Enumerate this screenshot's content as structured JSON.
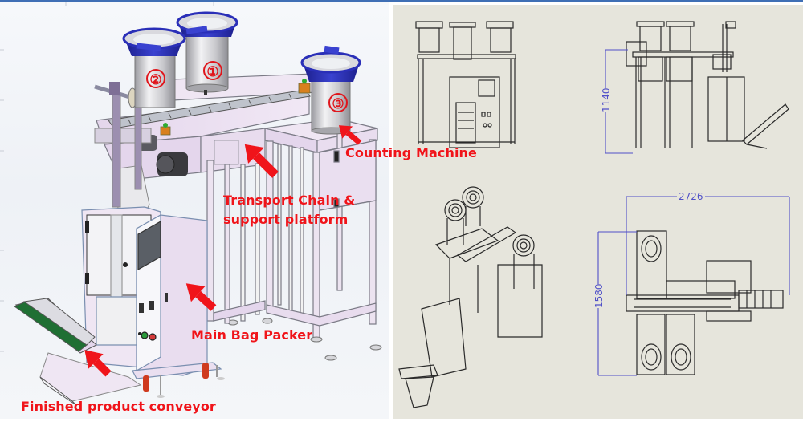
{
  "title": "Counting and bag packing machine line",
  "render_view": {
    "bowls": [
      {
        "number": "①",
        "position": "center-rear"
      },
      {
        "number": "②",
        "position": "left"
      },
      {
        "number": "③",
        "position": "right"
      }
    ],
    "callouts": {
      "counting_machine": "Counting Machine",
      "transport_chain_line1": "Transport Chain &",
      "transport_chain_line2": "support platform",
      "main_bag_packer": "Main Bag Packer",
      "finished_conveyor": "Finished product conveyor"
    }
  },
  "drawing_views": {
    "side_view_height": "1140",
    "top_view_width": "2726",
    "top_view_depth": "1580"
  },
  "colors": {
    "callout_red": "#f0141a",
    "bowl_blue": "#2a2fb8",
    "frame_lilac": "#e8d9ee",
    "dimension_blue": "#5050c8",
    "drawing_bg": "#e6e5dc"
  }
}
